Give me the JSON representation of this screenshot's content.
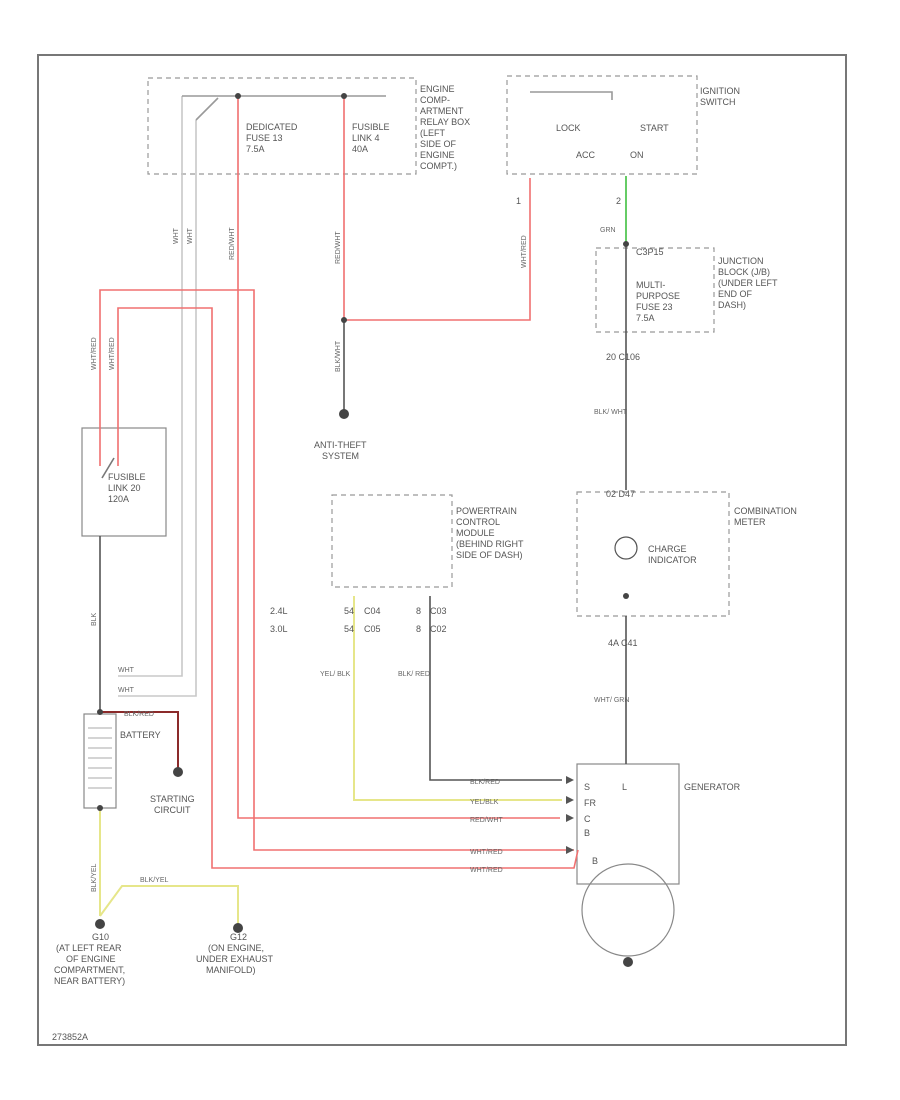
{
  "colors": {
    "red": "#f07070",
    "gray": "#555555",
    "lightgray": "#c8c8c8",
    "yellow": "#e6e68a",
    "green": "#66cc66",
    "darkred": "#8b2a2a"
  },
  "labels": {
    "engine_relay_box": [
      "ENGINE",
      "COMP-",
      "ARTMENT",
      "RELAY BOX",
      "(LEFT",
      "SIDE OF",
      "ENGINE",
      "COMPT.)"
    ],
    "dedicated_fuse": [
      "DEDICATED",
      "FUSE 13",
      "7.5A"
    ],
    "fusible_link_4": [
      "FUSIBLE",
      "LINK 4",
      "40A"
    ],
    "ignition_switch": [
      "IGNITION",
      "SWITCH"
    ],
    "sw_lock": "LOCK",
    "sw_start": "START",
    "sw_acc": "ACC",
    "sw_on": "ON",
    "sw_pin_1": "1",
    "sw_pin_2": "2",
    "junction_block": [
      "JUNCTION",
      "BLOCK (J/B)",
      "(UNDER LEFT",
      "END OF",
      "DASH)"
    ],
    "multi_fuse": [
      "MULTI-",
      "PURPOSE",
      "FUSE 23",
      "7.5A"
    ],
    "conn_jb_top": "C3P15",
    "conn_jb_bottom": "20  C106",
    "antitheft": [
      "ANTI-THEFT",
      "SYSTEM"
    ],
    "pcm": [
      "POWERTRAIN",
      "CONTROL",
      "MODULE",
      "(BEHIND RIGHT",
      "SIDE OF DASH)"
    ],
    "pcm_2_4l": "2.4L",
    "pcm_3_0l": "3.0L",
    "pcm_pin_54a": "54",
    "pcm_conn_a": "C04",
    "pcm_pin_54b": "54",
    "pcm_conn_b": "C05",
    "pcm_pin_8a": "8",
    "pcm_conn_c": "C03",
    "pcm_pin_8b": "8",
    "pcm_conn_d": "C02",
    "combination_meter": [
      "COMBINATION",
      "METER"
    ],
    "charge_indicator": [
      "CHARGE",
      "INDICATOR"
    ],
    "meter_conn_top": "02  D47",
    "meter_conn_bottom": "4A  C41",
    "fusible_link_20": [
      "FUSIBLE",
      "LINK 20",
      "120A"
    ],
    "battery": "BATTERY",
    "starting_circuit": [
      "STARTING",
      "CIRCUIT"
    ],
    "generator": "GENERATOR",
    "gen_L": "L",
    "gen_S": "S",
    "gen_FR": "FR",
    "gen_C": "C",
    "gen_B_small": "B",
    "gen_B": "B",
    "ground_g10": [
      "G10",
      "(AT LEFT REAR",
      "OF ENGINE",
      "COMPARTMENT,",
      "NEAR BATTERY)"
    ],
    "ground_g12": [
      "G12",
      "(ON ENGINE,",
      "UNDER EXHAUST",
      "MANIFOLD)"
    ],
    "footer": "273852A"
  },
  "wire_labels": {
    "wht_a": "WHT",
    "wht_b": "WHT",
    "red_wht_a": "RED/WHT",
    "red_wht_b": "RED/WHT",
    "wht_red_a": "WHT/RED",
    "wht_red_b": "WHT/RED",
    "wht_red_sw": "WHT/RED",
    "blk_wht_anti": "BLK/WHT",
    "grn": "GRN",
    "blk_wht_meter": "BLK/ WHT",
    "blk": "BLK",
    "whtl_a": "WHT",
    "whtl_b": "WHT",
    "yel_blk_vert": "YEL/ BLK",
    "blk_red_vert": "BLK/ RED",
    "wht_grn": "WHT/ GRN",
    "blk_red_batt": "BLK/RED",
    "blk_red_gen": "BLK/RED",
    "yel_blk_gen": "YEL/BLK",
    "red_wht_gen": "RED/WHT",
    "wht_red_gen1": "WHT/RED",
    "wht_red_gen2": "WHT/RED",
    "blk_yel_a": "BLK/YEL",
    "blk_yel_b": "BLK/YEL"
  }
}
